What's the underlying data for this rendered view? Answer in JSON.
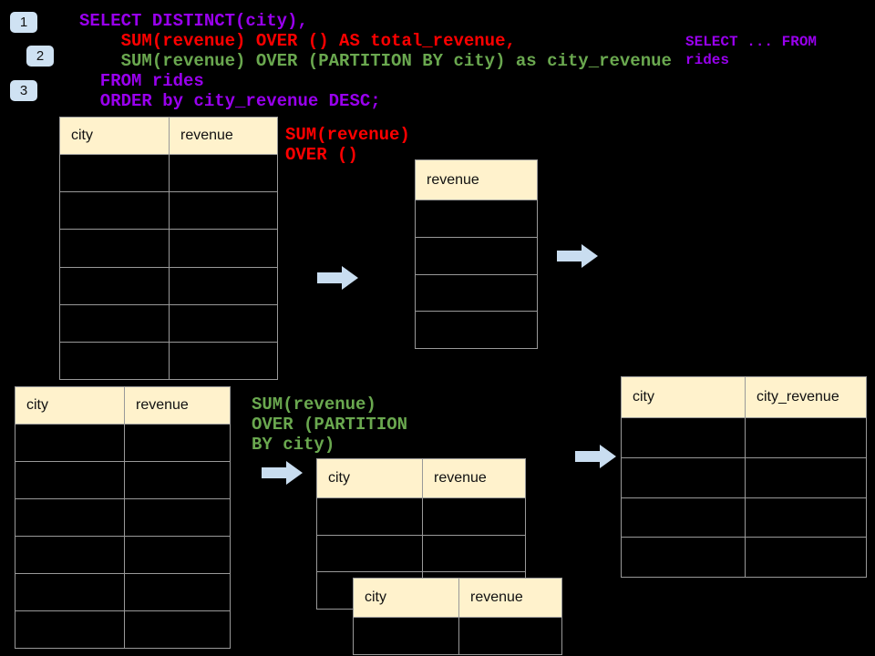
{
  "palette": {
    "background": "#000000",
    "sql_purple": "#9900ee",
    "sql_red": "#ff0000",
    "sql_green": "#6aa84f",
    "badge_fill": "#cfe2f3",
    "arrow_fill": "#c9ddf0",
    "table_header_fill": "#fff2cc",
    "table_border": "#999999"
  },
  "step_badges": [
    {
      "label": "1"
    },
    {
      "label": "2"
    },
    {
      "label": "3"
    }
  ],
  "sql_query": {
    "lines": [
      {
        "text": "SELECT DISTINCT(city),",
        "color": "#9900ee"
      },
      {
        "text": "    SUM(revenue) OVER () AS total_revenue,",
        "color": "#ff0000"
      },
      {
        "text": "    SUM(revenue) OVER (PARTITION BY city) as city_revenue",
        "color": "#6aa84f"
      },
      {
        "text": "  FROM rides",
        "color": "#9900ee"
      },
      {
        "text": "  ORDER by city_revenue DESC;",
        "color": "#9900ee"
      }
    ]
  },
  "from_note": {
    "lines": [
      {
        "text": "SELECT ... FROM",
        "color": "#9900ee"
      },
      {
        "text": "rides",
        "color": "#9900ee"
      }
    ]
  },
  "total_revenue_note": {
    "lines": [
      {
        "text": "SUM(revenue)",
        "color": "#ff0000"
      },
      {
        "text": "OVER ()",
        "color": "#ff0000"
      }
    ]
  },
  "partition_note": {
    "lines": [
      {
        "text": "SUM(revenue)",
        "color": "#6aa84f"
      },
      {
        "text": "OVER (PARTITION",
        "color": "#6aa84f"
      },
      {
        "text": "BY city)",
        "color": "#6aa84f"
      }
    ]
  },
  "tables": {
    "source_top": {
      "headers": [
        "city",
        "revenue"
      ],
      "row_count": 6,
      "rows": []
    },
    "total_result": {
      "headers": [
        "revenue"
      ],
      "row_count": 4,
      "rows": []
    },
    "source_bottom": {
      "headers": [
        "city",
        "revenue"
      ],
      "row_count": 6,
      "rows": []
    },
    "partition_step": {
      "headers": [
        "city",
        "revenue"
      ],
      "row_count": 3,
      "rows": []
    },
    "partition_overlay": {
      "headers": [
        "city",
        "revenue"
      ],
      "row_count": 1,
      "rows": []
    },
    "final_result": {
      "headers": [
        "city",
        "city_revenue"
      ],
      "row_count": 4,
      "rows": []
    }
  }
}
